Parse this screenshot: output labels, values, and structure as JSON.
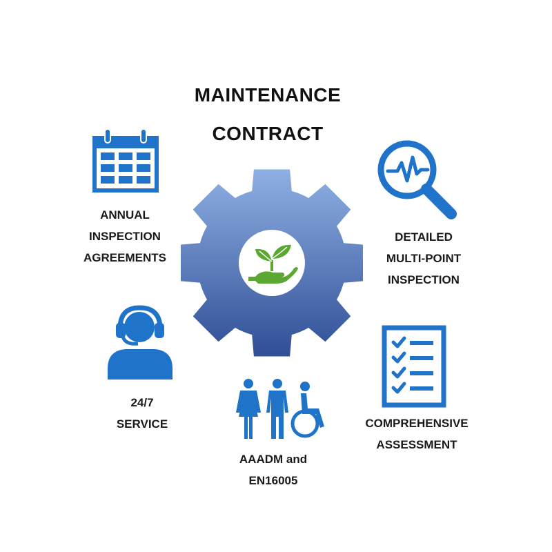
{
  "title": {
    "line1": "MAINTENANCE",
    "line2": "CONTRACT"
  },
  "center": {
    "icon": "plant-in-hand-icon"
  },
  "colors": {
    "accent_blue": "#1f73c9",
    "gear_top": "#8fb0e3",
    "gear_bottom": "#2f4e96",
    "leaf_green": "#5aa832"
  },
  "items": [
    {
      "icon": "calendar-icon",
      "lines": [
        "ANNUAL",
        "INSPECTION",
        "AGREEMENTS"
      ]
    },
    {
      "icon": "magnifier-pulse-icon",
      "lines": [
        "DETAILED",
        "MULTI-POINT",
        "INSPECTION"
      ]
    },
    {
      "icon": "support-agent-headset-icon",
      "lines": [
        "24/7",
        "SERVICE"
      ]
    },
    {
      "icon": "checklist-icon",
      "lines": [
        "COMPREHENSIVE",
        "ASSESSMENT"
      ]
    },
    {
      "icon": "accessibility-people-icon",
      "lines": [
        "AAADM and",
        "EN16005"
      ]
    }
  ]
}
